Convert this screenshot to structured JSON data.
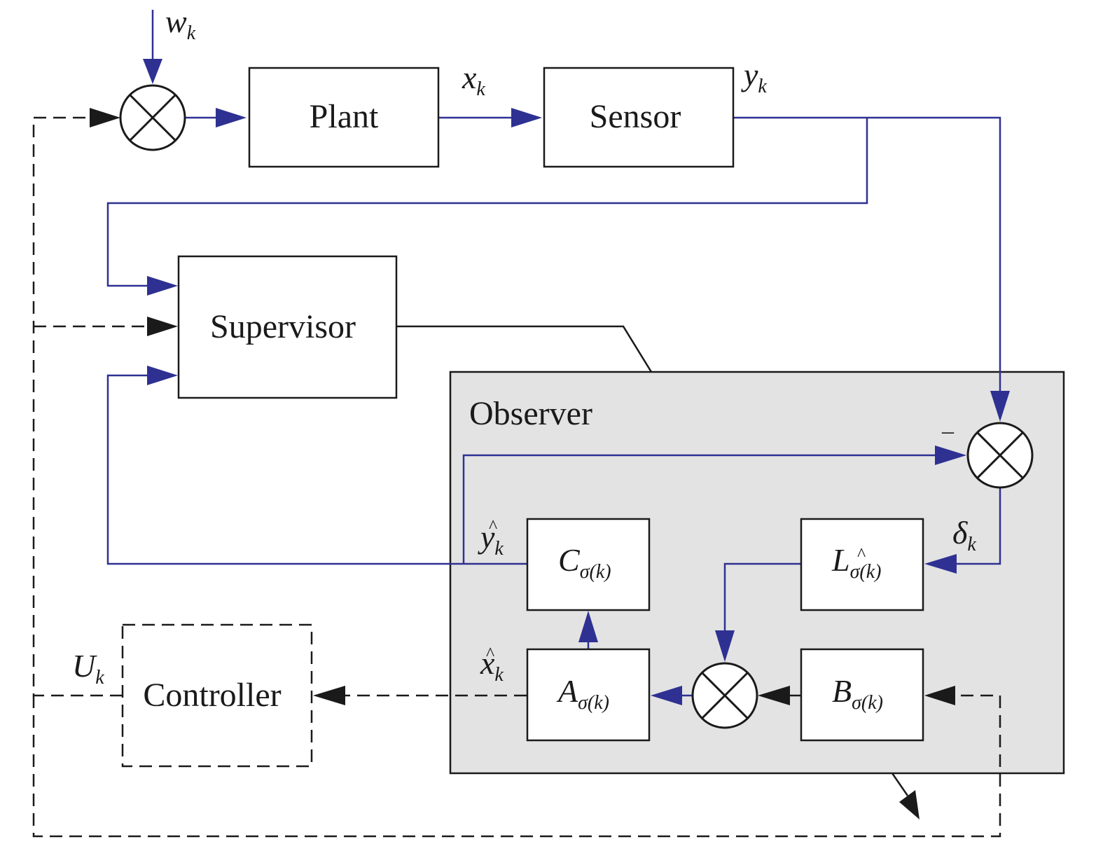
{
  "blocks": {
    "plant": "Plant",
    "sensor": "Sensor",
    "supervisor": "Supervisor",
    "observer": "Observer",
    "controller": "Controller"
  },
  "matrices": {
    "c": {
      "letter": "C",
      "sub": "σ(k)"
    },
    "l": {
      "letter": "L",
      "sub": "σ(k)",
      "sub_hat": "^"
    },
    "a": {
      "letter": "A",
      "sub": "σ(k)"
    },
    "b": {
      "letter": "B",
      "sub": "σ(k)"
    }
  },
  "signals": {
    "w": {
      "letter": "w",
      "sub": "k"
    },
    "x": {
      "letter": "x",
      "sub": "k"
    },
    "y": {
      "letter": "y",
      "sub": "k"
    },
    "y_hat": {
      "letter": "y",
      "sub": "k",
      "hat": "^"
    },
    "x_hat": {
      "letter": "x",
      "sub": "k",
      "hat": "^"
    },
    "delta": {
      "letter": "δ",
      "sub": "k"
    },
    "u": {
      "letter": "U",
      "sub": "k"
    },
    "minus": "–"
  },
  "colors": {
    "signal_wire": "#2e3192",
    "observer_fill": "#e3e3e3",
    "outline": "#1a1a1a"
  }
}
